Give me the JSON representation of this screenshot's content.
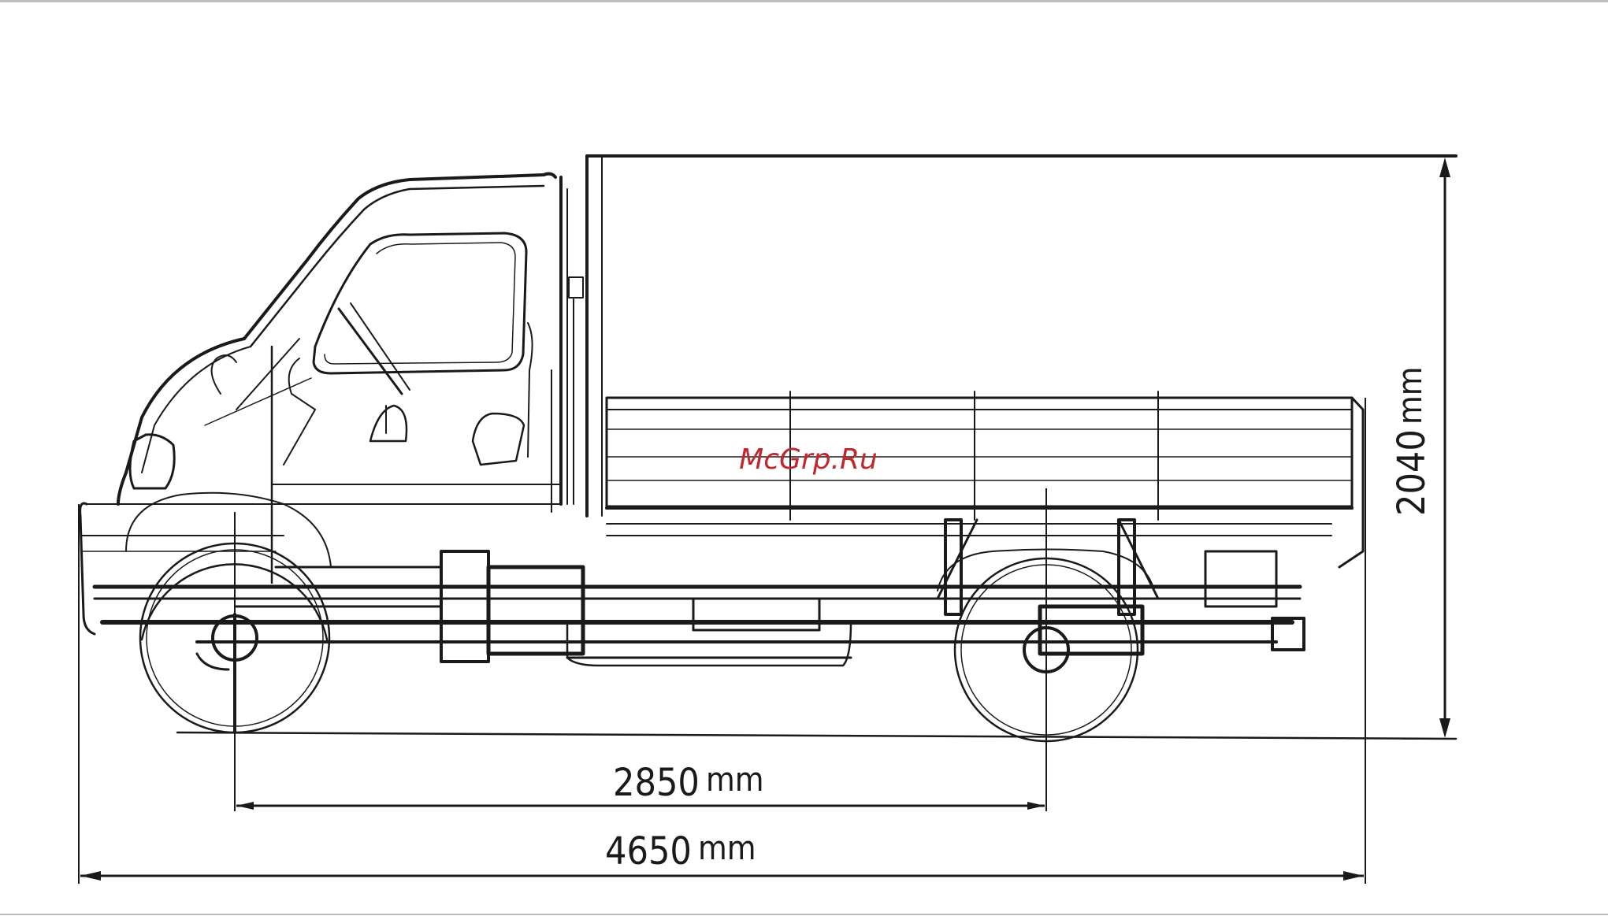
{
  "watermark": "McGrp.Ru",
  "dimensions": {
    "wheelbase_value": "2850",
    "wheelbase_unit": "mm",
    "length_value": "4650",
    "length_unit": "mm",
    "height_value": "2040",
    "height_unit": "mm"
  },
  "colors": {
    "line": "#1a1a1a",
    "rule": "#bdbdbd",
    "watermark": "#c0282d"
  }
}
